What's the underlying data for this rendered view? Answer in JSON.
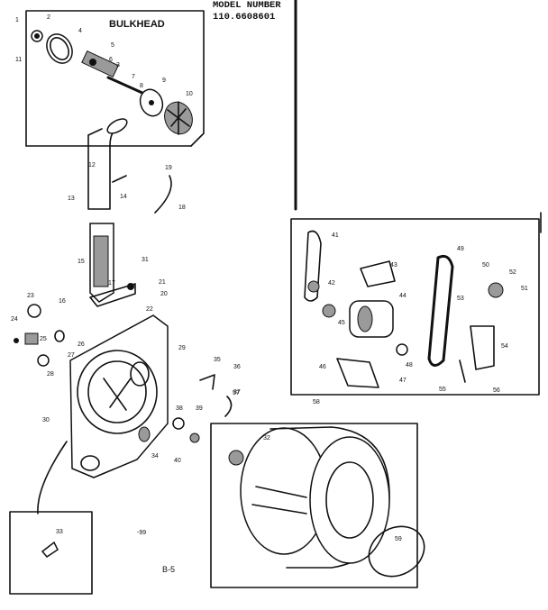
{
  "header": {
    "model_label": "MODEL NUMBER",
    "model_number": "110.6608601"
  },
  "bulkhead_inset": {
    "title": "BULKHEAD",
    "labels": [
      "1",
      "2",
      "3",
      "4",
      "5",
      "6",
      "7",
      "8",
      "9",
      "10",
      "11"
    ]
  },
  "part_labels": [
    "12",
    "13",
    "14",
    "15",
    "16",
    "17",
    "18",
    "19",
    "20",
    "21",
    "22",
    "23",
    "24",
    "25",
    "26",
    "27",
    "28",
    "29",
    "30",
    "31",
    "32",
    "33",
    "34",
    "35",
    "36",
    "37",
    "38",
    "39",
    "40",
    "41",
    "42",
    "43",
    "44",
    "45",
    "46",
    "47",
    "48",
    "49",
    "50",
    "51",
    "52",
    "53",
    "54",
    "55",
    "56",
    "57",
    "58",
    "59"
  ],
  "page_number": "B-5",
  "small_mark": "-99"
}
